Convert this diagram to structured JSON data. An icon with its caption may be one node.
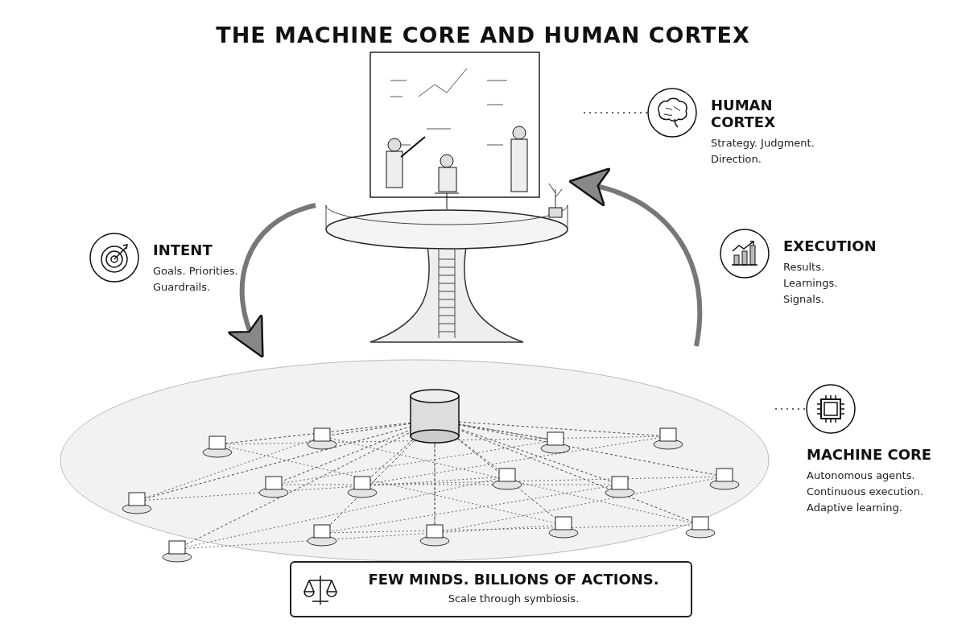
{
  "diagram": {
    "title": "THE MACHINE CORE AND HUMAN CORTEX",
    "nodes": [
      {
        "text": [],
        "shape": "picture"
      },
      {
        "text": [
          "HUMAN CORTEX",
          "Strategy. Judgment. Direction."
        ]
      },
      {
        "text": [
          "INTENT",
          "Goals. Priorities. Guardrails."
        ]
      },
      {
        "text": [
          "EXECUTION",
          "Results. Learnings. Signals."
        ]
      },
      {
        "text": [],
        "shape": "picture"
      },
      {
        "text": [
          "MACHINE CORE",
          "Autonomous agents. Continuous execution. Adaptive learning."
        ]
      },
      {
        "text": [
          "FEW MINDS. BILLIONS OF ACTIONS.",
          "Scale through symbiosis."
        ]
      }
    ],
    "edges": [
      {
        "from": 0,
        "to": 4,
        "arrow": "to",
        "style": "thick"
      },
      {
        "from": 4,
        "to": 0,
        "arrow": "to",
        "style": "thick"
      },
      {
        "from": 1,
        "to": 0,
        "arrow": "none",
        "style": "dashed"
      },
      {
        "from": 5,
        "to": 4,
        "arrow": "none",
        "style": "dashed"
      }
    ]
  }
}
